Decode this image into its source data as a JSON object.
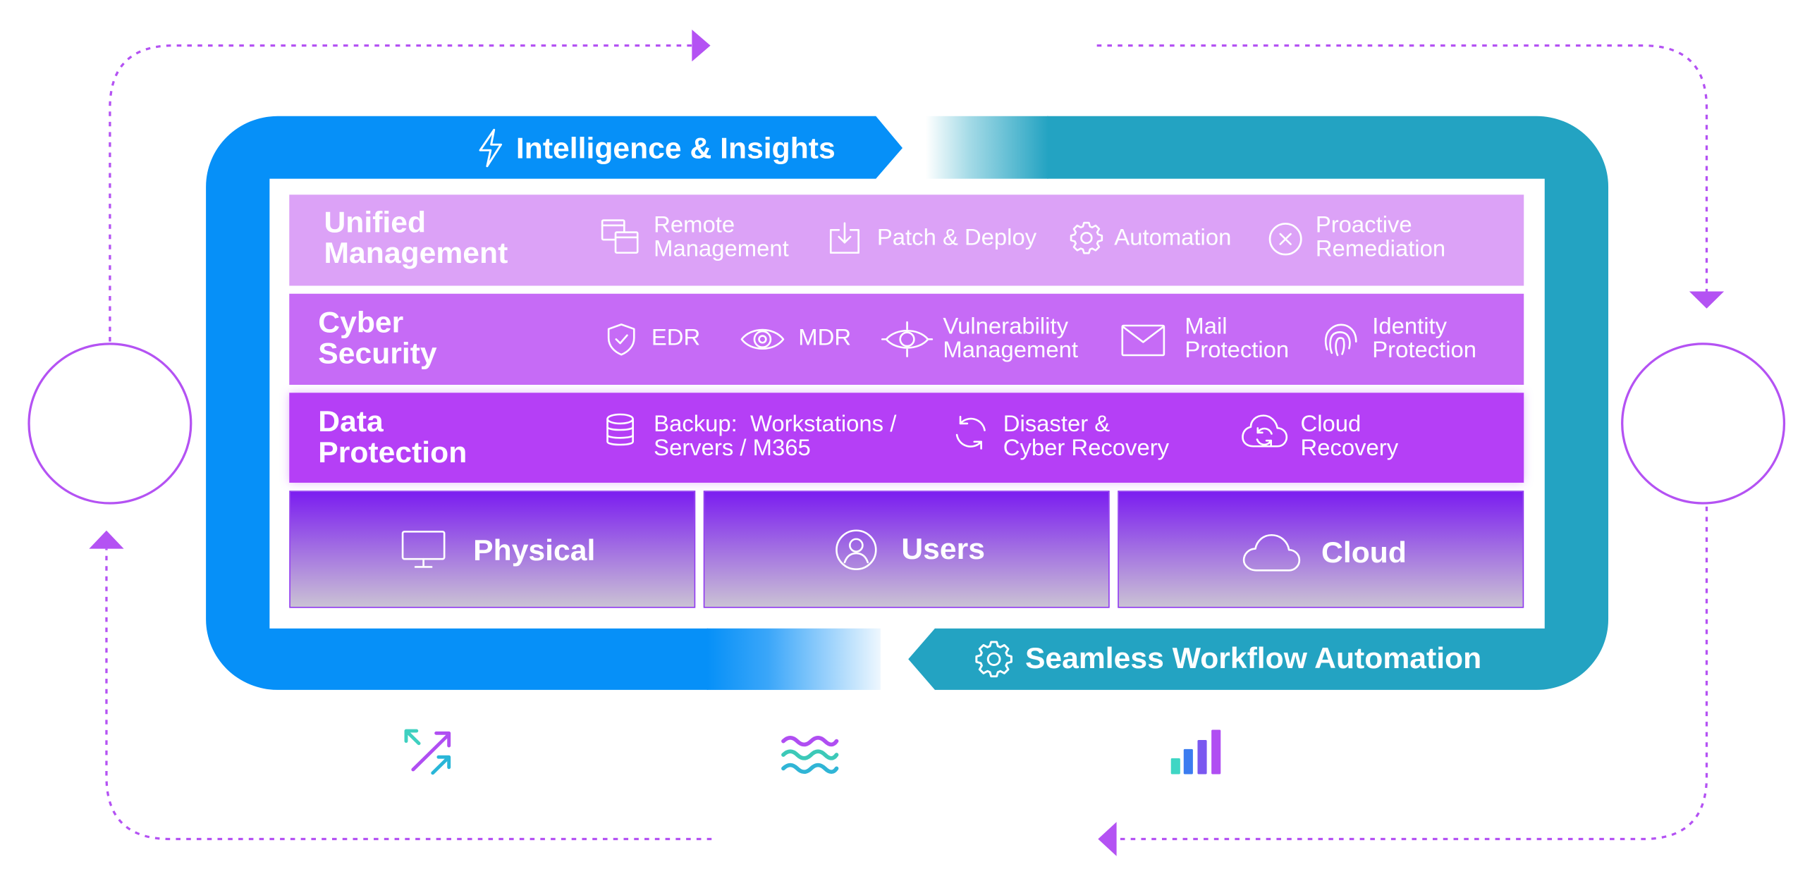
{
  "top_banner": {
    "label": "Intelligence & Insights",
    "icon": "lightning-icon"
  },
  "bottom_banner": {
    "label": "Seamless Workflow Automation",
    "icon": "gear-icon"
  },
  "layers": [
    {
      "title": "Unified\nManagement",
      "color": "#dca2f7",
      "items": [
        {
          "label": "Remote\nManagement",
          "icon": "remote-windows-icon"
        },
        {
          "label": "Patch & Deploy",
          "icon": "download-tray-icon"
        },
        {
          "label": "Automation",
          "icon": "gear-icon"
        },
        {
          "label": "Proactive\nRemediation",
          "icon": "circle-x-icon"
        }
      ]
    },
    {
      "title": "Cyber\nSecurity",
      "color": "#c66bf6",
      "items": [
        {
          "label": "EDR",
          "icon": "shield-check-icon"
        },
        {
          "label": "MDR",
          "icon": "eye-icon"
        },
        {
          "label": "Vulnerability\nManagement",
          "icon": "eye-target-icon"
        },
        {
          "label": "Mail\nProtection",
          "icon": "envelope-icon"
        },
        {
          "label": "Identity\nProtection",
          "icon": "fingerprint-icon"
        }
      ]
    },
    {
      "title": "Data\nProtection",
      "color": "#b53ff6",
      "items": [
        {
          "label": "Backup:  Workstations /\nServers / M365",
          "icon": "database-icon"
        },
        {
          "label": "Disaster &\nCyber Recovery",
          "icon": "refresh-icon"
        },
        {
          "label": "Cloud\nRecovery",
          "icon": "cloud-sync-icon"
        }
      ]
    }
  ],
  "foundation": [
    {
      "label": "Physical",
      "icon": "monitor-icon"
    },
    {
      "label": "Users",
      "icon": "user-circle-icon"
    },
    {
      "label": "Cloud",
      "icon": "cloud-icon"
    }
  ],
  "footer_icons": [
    "growth-arrows-icon",
    "waves-icon",
    "bar-chart-icon"
  ],
  "colors": {
    "blue": "#0690f8",
    "teal": "#23a3c2",
    "arrow_purple": "#b452f3",
    "foundation_top": "#7b1df0",
    "foundation_bottom": "#cac2d4"
  }
}
